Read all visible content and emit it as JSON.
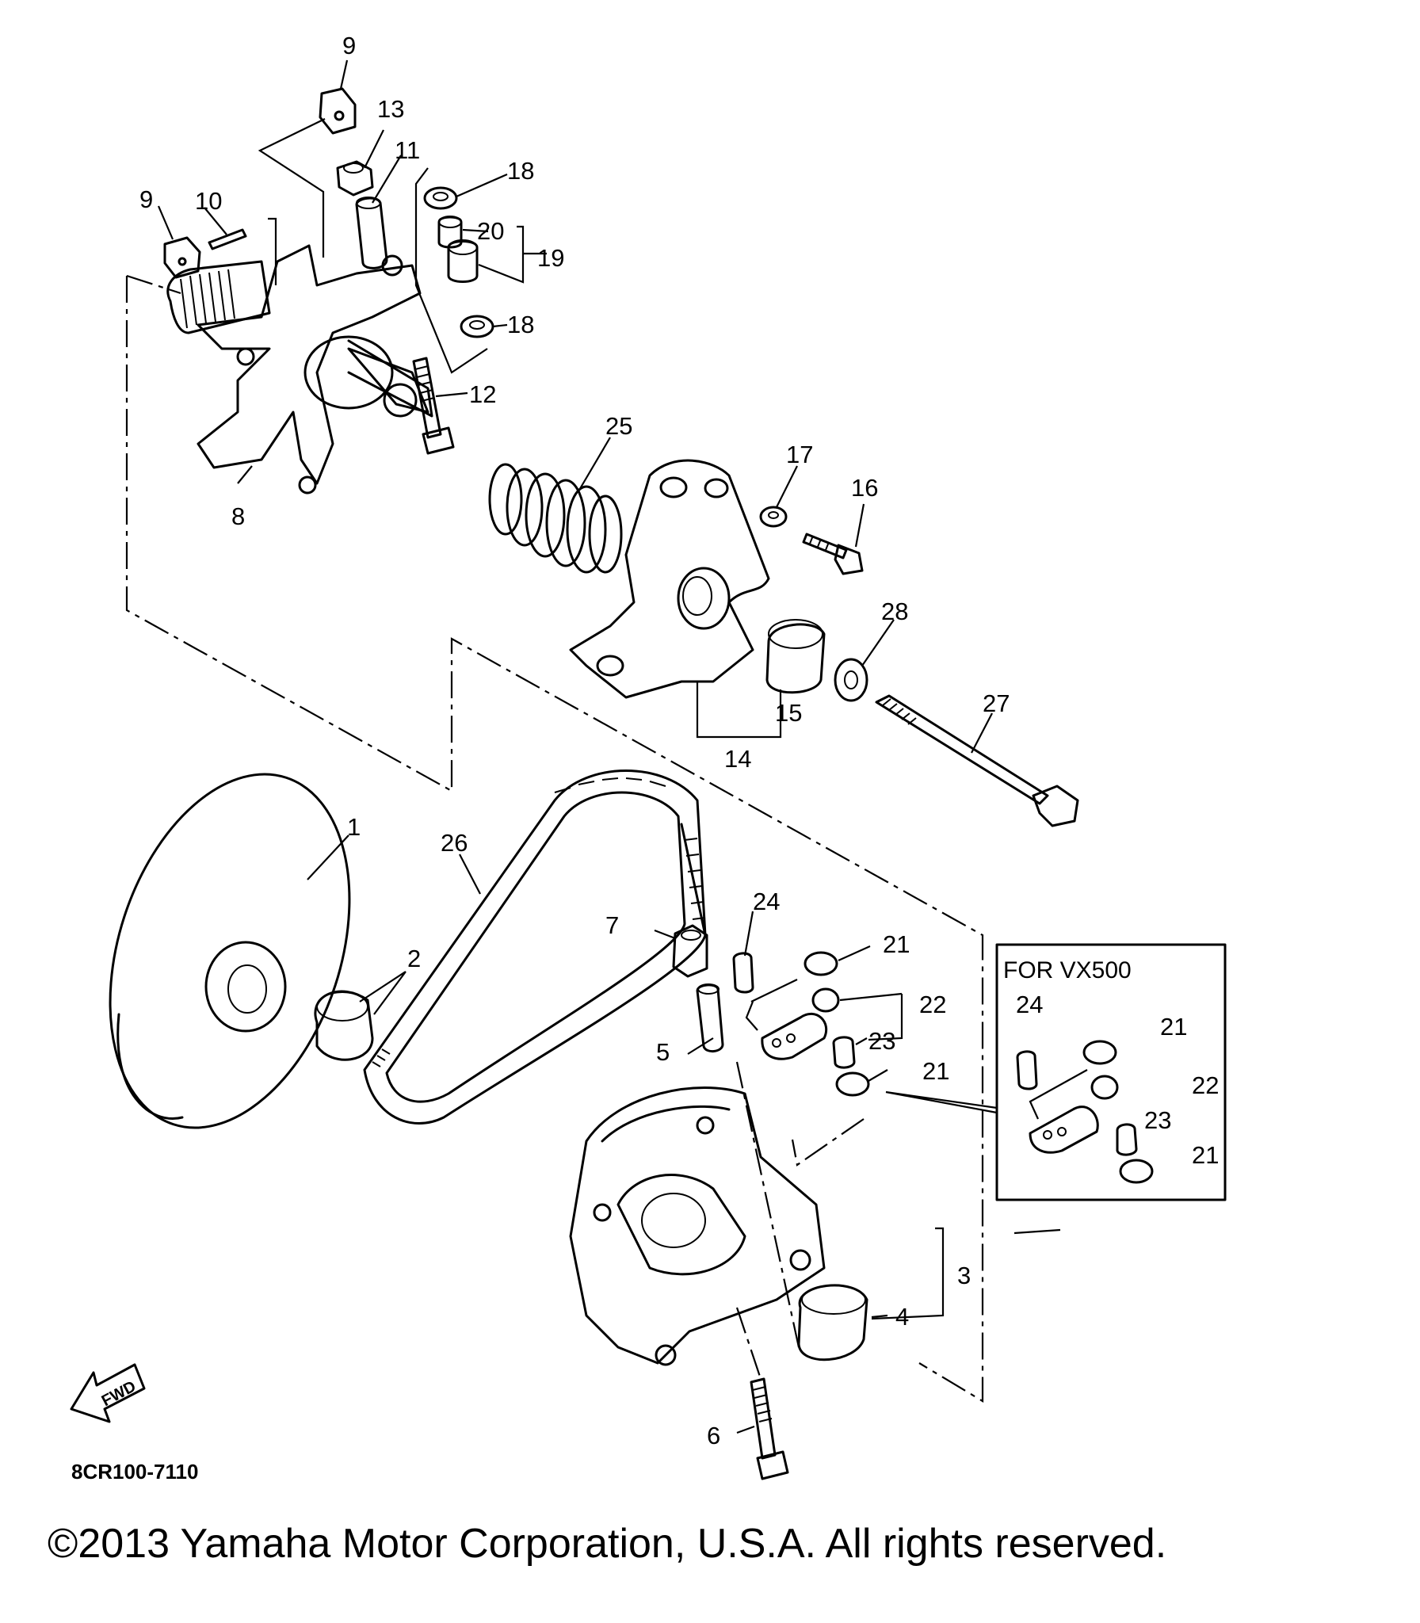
{
  "diagram_code": "8CR100-7110",
  "copyright": "©2013 Yamaha Motor Corporation, U.S.A. All rights reserved.",
  "inset": {
    "title": "FOR VX500"
  },
  "fwd_label": "FWD",
  "callouts": {
    "c1": "1",
    "c2": "2",
    "c3": "3",
    "c4": "4",
    "c5": "5",
    "c6": "6",
    "c7": "7",
    "c8": "8",
    "c9a": "9",
    "c9b": "9",
    "c10": "10",
    "c11": "11",
    "c12": "12",
    "c13": "13",
    "c14": "14",
    "c15": "15",
    "c16": "16",
    "c17": "17",
    "c18a": "18",
    "c18b": "18",
    "c19": "19",
    "c20": "20",
    "c21a": "21",
    "c21b": "21",
    "c21c": "21",
    "c21d": "21",
    "c22a": "22",
    "c22b": "22",
    "c23a": "23",
    "c23b": "23",
    "c24a": "24",
    "c24b": "24",
    "c25": "25",
    "c26": "26",
    "c27": "27",
    "c28": "28"
  }
}
